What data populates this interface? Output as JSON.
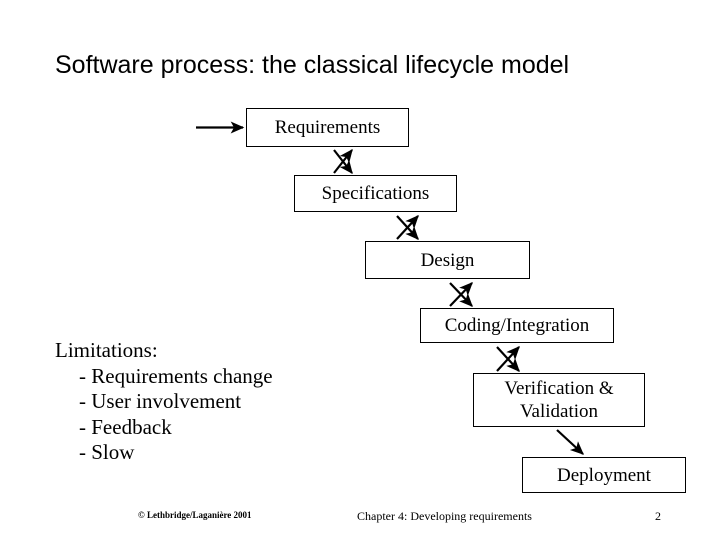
{
  "slide": {
    "title": "Software process: the classical lifecycle model",
    "page_number": "2"
  },
  "diagram": {
    "type": "waterfall-lifecycle",
    "boxes": [
      {
        "id": "requirements",
        "label": "Requirements"
      },
      {
        "id": "specifications",
        "label": "Specifications"
      },
      {
        "id": "design",
        "label": "Design"
      },
      {
        "id": "coding",
        "label": "Coding/Integration"
      },
      {
        "id": "verification",
        "label": "Verification &\nValidation"
      },
      {
        "id": "deployment",
        "label": "Deployment"
      }
    ],
    "connectors": [
      {
        "id": "entry",
        "heads": "single",
        "orientation": "horizontal"
      },
      {
        "id": "requirements-specifications",
        "heads": "double",
        "orientation": "diagonal"
      },
      {
        "id": "specifications-design",
        "heads": "double",
        "orientation": "diagonal"
      },
      {
        "id": "design-coding",
        "heads": "double",
        "orientation": "diagonal"
      },
      {
        "id": "coding-verification",
        "heads": "double",
        "orientation": "diagonal"
      },
      {
        "id": "verification-deployment",
        "heads": "single",
        "orientation": "diagonal"
      }
    ],
    "stroke_color": "#000000",
    "fill_color": "#ffffff"
  },
  "limitations": {
    "heading": "Limitations:",
    "items": [
      "- Requirements change",
      "- User involvement",
      "- Feedback",
      "- Slow"
    ]
  },
  "footer": {
    "copyright": "© Lethbridge/Laganière 2001",
    "chapter": "Chapter 4: Developing requirements",
    "page": "2"
  }
}
